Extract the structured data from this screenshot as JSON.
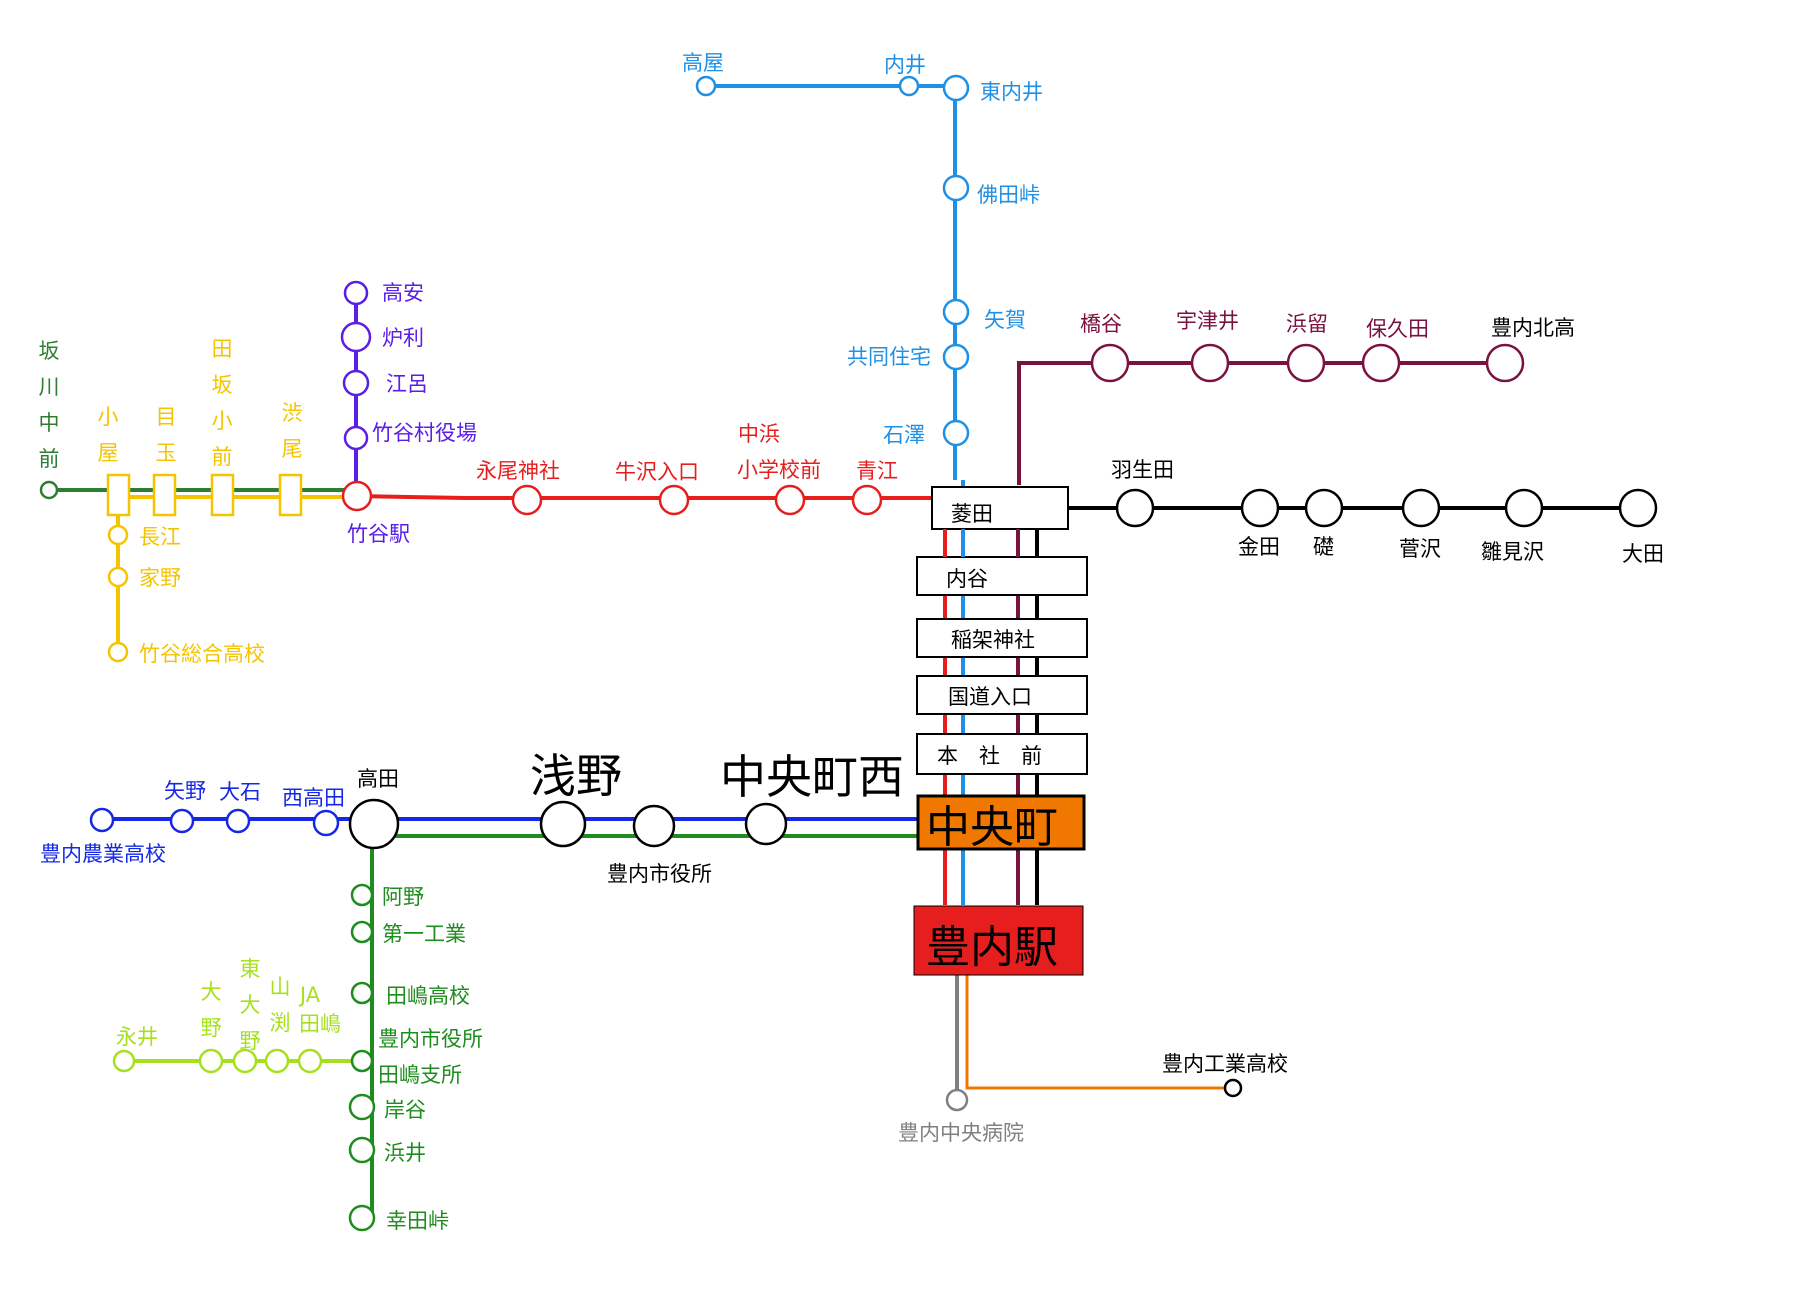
{
  "colors": {
    "sky": "#1e90e6",
    "purple": "#5a1ee6",
    "red": "#e61e1e",
    "maroon": "#7a1240",
    "black": "#000000",
    "blue": "#1428e6",
    "green": "#1e8c1e",
    "olive": "#2e7d32",
    "yellow": "#f5c400",
    "lime": "#a6e020",
    "orange": "#f07800",
    "gray": "#808080"
  },
  "stations": {
    "takaya": "高屋",
    "uchii": "内井",
    "higashi_uchii": "東内井",
    "butsuda_toge": "佛田峠",
    "yaga": "矢賀",
    "kyodo_jutaku": "共同住宅",
    "ishizawa": "石澤",
    "hashitani": "橋谷",
    "utsui": "宇津井",
    "hamadome": "浜留",
    "hokuda": "保久田",
    "toyouchi_hokko": "豊内北高",
    "takayasu": "高安",
    "rori": "炉利",
    "ero": "江呂",
    "takeya_yakuba": "竹谷村役場",
    "takeya_eki": "竹谷駅",
    "nagao_jinja": "永尾神社",
    "ushizawa_iriguchi": "牛沢入口",
    "nakahama_1": "中浜",
    "nakahama_2": "小学校前",
    "aoe": "青江",
    "hishida": "菱田",
    "hanyuda": "羽生田",
    "kaneda": "金田",
    "ishizue": "礎",
    "sugasawa": "菅沢",
    "hanamizawa": "雛見沢",
    "ota": "大田",
    "uchitani": "内谷",
    "inaka_jinja": "稲架神社",
    "kokudo_iriguchi": "国道入口",
    "honsha_mae": "本　社　前",
    "chuo_cho": "中央町",
    "toyouchi_eki": "豊内駅",
    "toyouchi_byoin": "豊内中央病院",
    "toyouchi_kogyo": "豊内工業高校",
    "sakagawa_chu": [
      "坂",
      "川",
      "中",
      "前"
    ],
    "koya": [
      "小",
      "屋"
    ],
    "medama": [
      "目",
      "玉"
    ],
    "tasaka_sho": [
      "田",
      "坂",
      "小",
      "前"
    ],
    "shibuo": [
      "渋",
      "尾"
    ],
    "nagae": "長江",
    "kano": "家野",
    "takeya_sogo": "竹谷総合高校",
    "yano": "矢野",
    "oishi": "大石",
    "nishi_takada": "西高田",
    "toyouchi_nogyo": "豊内農業高校",
    "takada": "高田",
    "asano": "浅野",
    "chuo_nishi": "中央町西",
    "shiyakusho": "豊内市役所",
    "ano": "阿野",
    "daiichi_kogyo": "第一工業",
    "tajima_koko": "田嶋高校",
    "shiyakusho_2": "豊内市役所",
    "tajima_shisho": "田嶋支所",
    "kishitani": "岸谷",
    "hamai": "浜井",
    "koda_toge": "幸田峠",
    "nagai": "永井",
    "ono": [
      "大",
      "野"
    ],
    "higashi_ono": [
      "東",
      "大",
      "野"
    ],
    "yamabuchi": [
      "山",
      "渕"
    ],
    "ja_tajima": [
      "JA",
      "田嶋"
    ]
  }
}
